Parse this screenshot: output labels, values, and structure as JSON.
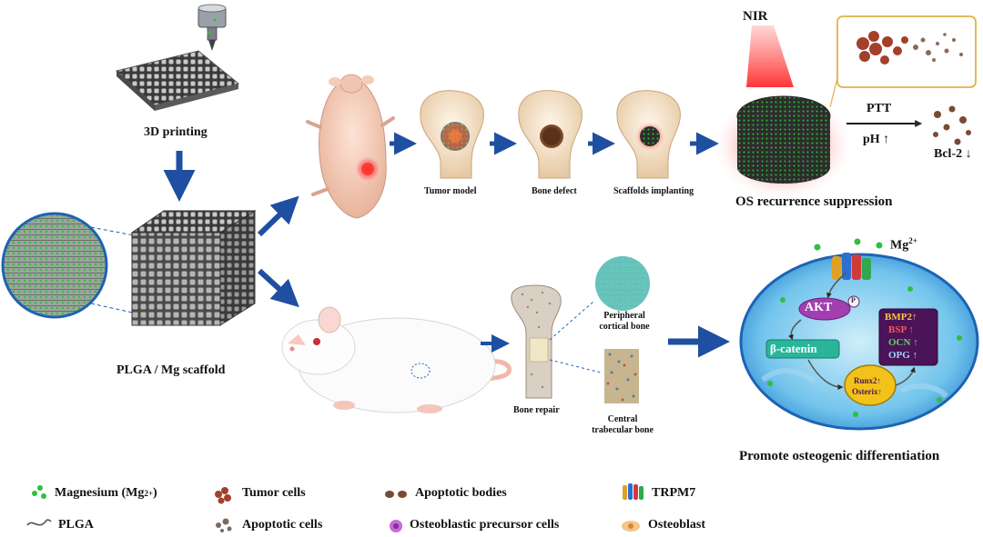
{
  "labels": {
    "printing": "3D printing",
    "scaffold": "PLGA / Mg scaffold",
    "tumor_model": "Tumor model",
    "bone_defect": "Bone defect",
    "scaffolds_implanting": "Scaffolds implanting",
    "nir": "NIR",
    "ptt": "PTT",
    "ph": "pH ↑",
    "bcl2": "Bcl-2 ↓",
    "os_suppression": "OS recurrence suppression",
    "bone_repair": "Bone repair",
    "peripheral": "Peripheral",
    "cortical": "cortical bone",
    "central": "Central",
    "trabecular": "trabecular bone",
    "mg_ion": "Mg",
    "mg_charge": "2+",
    "akt": "AKT",
    "phospho": "P",
    "beta_catenin": "β-catenin",
    "runx2": "Runx2↑",
    "osterix": "Osterix↑",
    "bmp2": "BMP2↑",
    "bsp": "BSP ↑",
    "ocn": "OCN ↑",
    "opg": "OPG ↑",
    "promote": "Promote osteogenic differentiation"
  },
  "legend": [
    {
      "icon": "magnesium-dots-icon",
      "label": "Magnesium (Mg",
      "sup": "2+",
      "tail": ")"
    },
    {
      "icon": "tumor-cells-icon",
      "label": "Tumor cells"
    },
    {
      "icon": "apoptotic-bodies-icon",
      "label": "Apoptotic bodies"
    },
    {
      "icon": "trpm7-icon",
      "label": "TRPM7"
    },
    {
      "icon": "plga-strand-icon",
      "label": "PLGA"
    },
    {
      "icon": "apoptotic-cells-icon",
      "label": "Apoptotic cells"
    },
    {
      "icon": "osteoblastic-precursor-icon",
      "label": "Osteoblastic precursor cells"
    },
    {
      "icon": "osteoblast-icon",
      "label": "Osteoblast"
    }
  ],
  "colors": {
    "arrow": "#1f4fa0",
    "cell_fill": "#6fc0ea",
    "cell_border": "#1d63b4",
    "akt_fill": "#a23fb0",
    "beta_fill": "#29b59a",
    "nucleus_fill": "#f2c21a",
    "marker_box": "#4b1358",
    "mg_green": "#2fbf3a",
    "tumor_red": "#a3402a"
  }
}
